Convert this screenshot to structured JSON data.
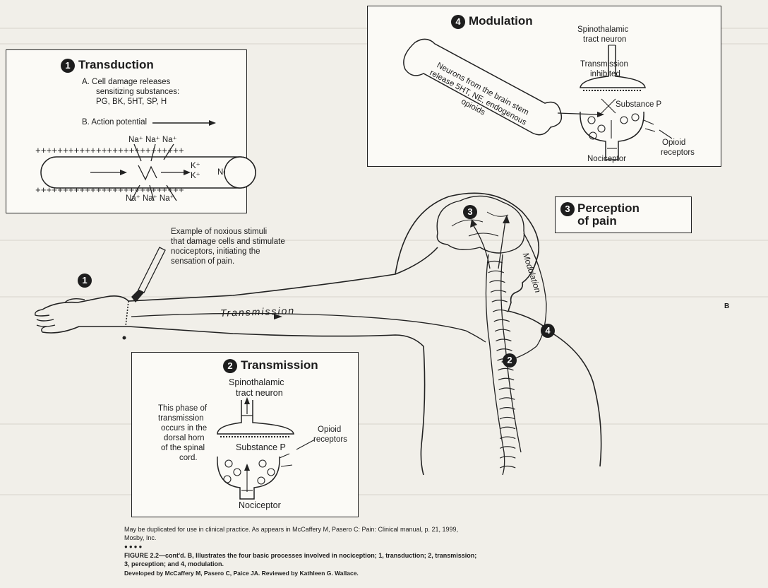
{
  "transduction": {
    "number": "1",
    "title": "Transduction",
    "line_a": "A. Cell damage releases",
    "line_a2": "sensitizing substances:",
    "line_a3": "PG, BK, 5HT, SP, H",
    "line_b": "B. Action potential",
    "nociceptor": "Nociceptor",
    "ions_top": "Na⁺ Na⁺ Na⁺",
    "ions_bottom": "Na⁺ Na⁺ Na⁺",
    "k1": "K⁺",
    "k2": "K⁺"
  },
  "modulation": {
    "number": "4",
    "title": "Modulation",
    "neuron_label1": "Spinothalamic",
    "neuron_label2": "tract neuron",
    "inhibited1": "Transmission",
    "inhibited2": "inhibited",
    "brain_text": "Neurons from the brain stem release 5HT, NE, endogenous opioids",
    "substance": "Substance P",
    "opioid1": "Opioid",
    "opioid2": "receptors",
    "nociceptor": "Nociceptor"
  },
  "perception": {
    "number": "3",
    "title1": "Perception",
    "title2": "of pain"
  },
  "stimulus": {
    "line1": "Example of noxious stimuli",
    "line2": "that damage cells and stimulate",
    "line3": "nociceptors, initiating the",
    "line4": "sensation of pain.",
    "badge": "1"
  },
  "body": {
    "transmission_label": "Transmission",
    "modulation_label": "Modulation",
    "badge_brain": "3",
    "badge_spine": "4",
    "badge_cord": "2"
  },
  "transmission": {
    "number": "2",
    "title": "Transmission",
    "neuron1": "Spinothalamic",
    "neuron2": "tract neuron",
    "phase1": "This phase of",
    "phase2": "transmission",
    "phase3": "occurs in the",
    "phase4": "dorsal horn",
    "phase5": "of the spinal",
    "phase6": "cord.",
    "substance": "Substance P",
    "opioid1": "Opioid",
    "opioid2": "receptors",
    "nociceptor": "Nociceptor"
  },
  "side_letter": "B",
  "caption": {
    "credit1": "May be duplicated for use in clinical practice. As appears in McCaffery M, Pasero C: Pain: Clinical manual, p. 21, 1999,",
    "credit2": "Mosby, Inc.",
    "figure1": "FIGURE 2.2—cont'd. B, Illustrates the four basic processes involved in nociception; 1, transduction; 2, transmission;",
    "figure2": "3, perception; and 4, modulation.",
    "developed": "Developed by McCaffery M, Pasero C, Paice JA. Reviewed by Kathleen G. Wallace."
  }
}
